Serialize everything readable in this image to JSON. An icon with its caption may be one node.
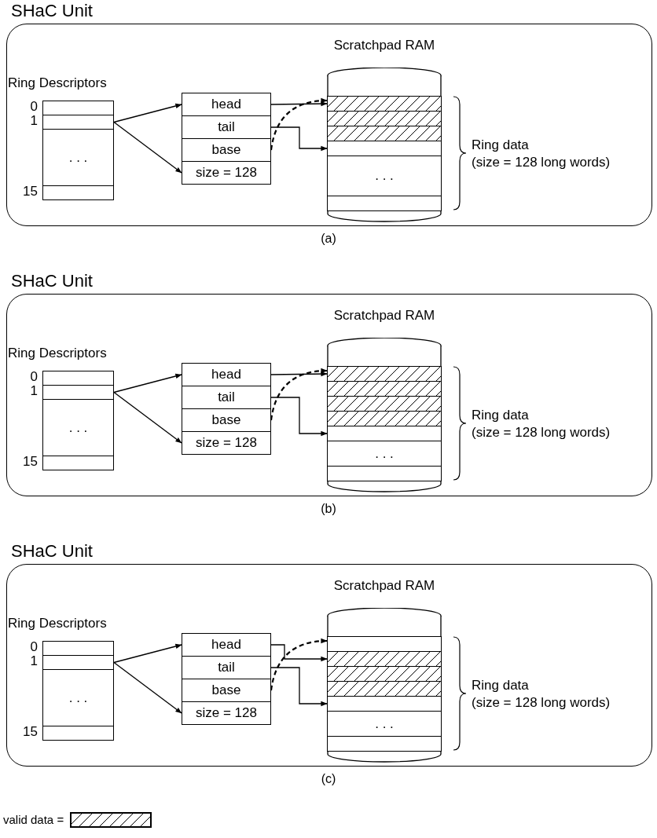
{
  "diagram": {
    "nodes": [
      {
        "text": [
          "SHaC Unit"
        ],
        "beside": [
          "(a)"
        ]
      },
      {
        "text": [
          "Ring Descriptors"
        ],
        "in": 0
      },
      {
        "text": [],
        "shape": "box",
        "in": 1,
        "beside": [
          "0"
        ]
      },
      {
        "text": [],
        "shape": "box",
        "in": 1,
        "beside": [
          "1"
        ]
      },
      {
        "text": [
          ". . ."
        ],
        "in": 1
      },
      {
        "text": [],
        "shape": "box",
        "in": 1,
        "beside": [
          "15"
        ]
      },
      {
        "text": [
          "head"
        ],
        "in": 0
      },
      {
        "text": [
          "tail"
        ],
        "in": 0
      },
      {
        "text": [
          "base"
        ],
        "in": 0
      },
      {
        "text": [
          "size = 128"
        ],
        "in": 0
      },
      {
        "text": [
          "Scratchpad RAM"
        ],
        "in": 0,
        "beside": [
          "Ring data",
          "(size = 128 long words)"
        ]
      },
      {
        "text": [],
        "shape": "hatched",
        "in": 10
      },
      {
        "text": [],
        "shape": "hatched",
        "in": 10
      },
      {
        "text": [],
        "shape": "hatched",
        "in": 10
      },
      {
        "text": [],
        "shape": "box",
        "in": 10
      },
      {
        "text": [
          ". . ."
        ],
        "in": 10
      },
      {
        "text": [],
        "shape": "box",
        "in": 10
      },
      {
        "text": [
          "SHaC Unit"
        ],
        "beside": [
          "(b)"
        ]
      },
      {
        "text": [
          "Ring Descriptors"
        ],
        "in": 17
      },
      {
        "text": [],
        "shape": "box",
        "in": 18,
        "beside": [
          "0"
        ]
      },
      {
        "text": [],
        "shape": "box",
        "in": 18,
        "beside": [
          "1"
        ]
      },
      {
        "text": [
          ". . ."
        ],
        "in": 18
      },
      {
        "text": [],
        "shape": "box",
        "in": 18,
        "beside": [
          "15"
        ]
      },
      {
        "text": [
          "head"
        ],
        "in": 17
      },
      {
        "text": [
          "tail"
        ],
        "in": 17
      },
      {
        "text": [
          "base"
        ],
        "in": 17
      },
      {
        "text": [
          "size = 128"
        ],
        "in": 17
      },
      {
        "text": [
          "Scratchpad RAM"
        ],
        "in": 17,
        "beside": [
          "Ring data",
          "(size = 128 long words)"
        ]
      },
      {
        "text": [],
        "shape": "hatched",
        "in": 27
      },
      {
        "text": [],
        "shape": "hatched",
        "in": 27
      },
      {
        "text": [],
        "shape": "hatched",
        "in": 27
      },
      {
        "text": [],
        "shape": "hatched",
        "in": 27
      },
      {
        "text": [],
        "shape": "box",
        "in": 27
      },
      {
        "text": [
          ". . ."
        ],
        "in": 27
      },
      {
        "text": [],
        "shape": "box",
        "in": 27
      },
      {
        "text": [
          "SHaC Unit"
        ],
        "beside": [
          "(c)"
        ]
      },
      {
        "text": [
          "Ring Descriptors"
        ],
        "in": 35
      },
      {
        "text": [],
        "shape": "box",
        "in": 36,
        "beside": [
          "0"
        ]
      },
      {
        "text": [],
        "shape": "box",
        "in": 36,
        "beside": [
          "1"
        ]
      },
      {
        "text": [
          ". . ."
        ],
        "in": 36
      },
      {
        "text": [],
        "shape": "box",
        "in": 36,
        "beside": [
          "15"
        ]
      },
      {
        "text": [
          "head"
        ],
        "in": 35
      },
      {
        "text": [
          "tail"
        ],
        "in": 35
      },
      {
        "text": [
          "base"
        ],
        "in": 35
      },
      {
        "text": [
          "size = 128"
        ],
        "in": 35
      },
      {
        "text": [
          "Scratchpad RAM"
        ],
        "in": 35,
        "beside": [
          "Ring data",
          "(size = 128 long words)"
        ]
      },
      {
        "text": [],
        "shape": "box",
        "in": 45
      },
      {
        "text": [],
        "shape": "hatched",
        "in": 45
      },
      {
        "text": [],
        "shape": "hatched",
        "in": 45
      },
      {
        "text": [],
        "shape": "hatched",
        "in": 45
      },
      {
        "text": [],
        "shape": "box",
        "in": 45
      },
      {
        "text": [
          ". . ."
        ],
        "in": 45
      },
      {
        "text": [],
        "shape": "box",
        "in": 45
      }
    ],
    "edges": [
      {
        "from": 3,
        "to": 6,
        "arrow": "to"
      },
      {
        "from": 3,
        "to": 9,
        "arrow": "to"
      },
      {
        "from": 6,
        "to": 11,
        "arrow": "to"
      },
      {
        "from": 7,
        "to": 14,
        "arrow": "to"
      },
      {
        "from": 8,
        "to": 11,
        "arrow": "to",
        "style": "dashed"
      },
      {
        "from": 20,
        "to": 23,
        "arrow": "to"
      },
      {
        "from": 20,
        "to": 26,
        "arrow": "to"
      },
      {
        "from": 23,
        "to": 28,
        "arrow": "to"
      },
      {
        "from": 24,
        "to": 32,
        "arrow": "to"
      },
      {
        "from": 25,
        "to": 28,
        "arrow": "to",
        "style": "dashed"
      },
      {
        "from": 38,
        "to": 41,
        "arrow": "to"
      },
      {
        "from": 38,
        "to": 44,
        "arrow": "to"
      },
      {
        "from": 41,
        "to": 47,
        "arrow": "to"
      },
      {
        "from": 42,
        "to": 50,
        "arrow": "to"
      },
      {
        "from": 43,
        "to": 46,
        "arrow": "to",
        "style": "dashed"
      }
    ],
    "legend": [
      {
        "text": "valid data ="
      }
    ]
  }
}
